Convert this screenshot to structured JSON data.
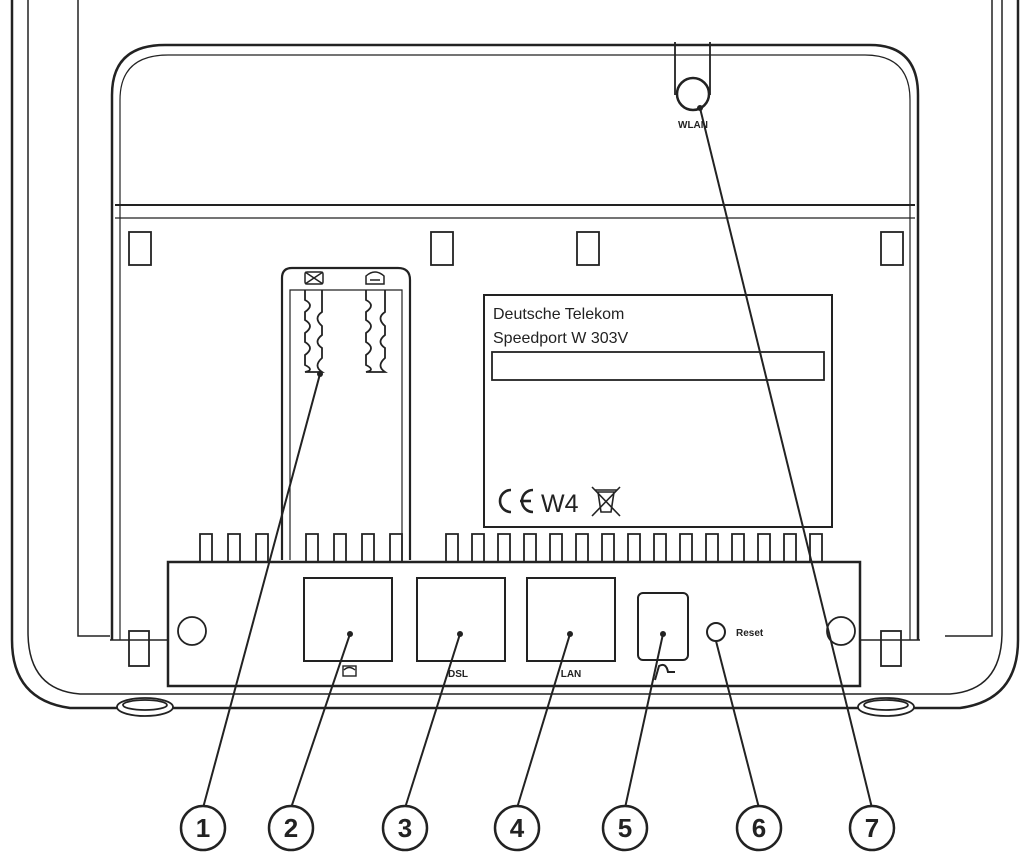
{
  "label": {
    "brand": "Deutsche Telekom",
    "model": "Speedport W 303V",
    "marking": "W4"
  },
  "ports": {
    "phone": "",
    "dsl": "DSL",
    "lan": "LAN",
    "reset": "Reset",
    "wlan": "WLAN"
  },
  "callouts": [
    "1",
    "2",
    "3",
    "4",
    "5",
    "6",
    "7"
  ]
}
